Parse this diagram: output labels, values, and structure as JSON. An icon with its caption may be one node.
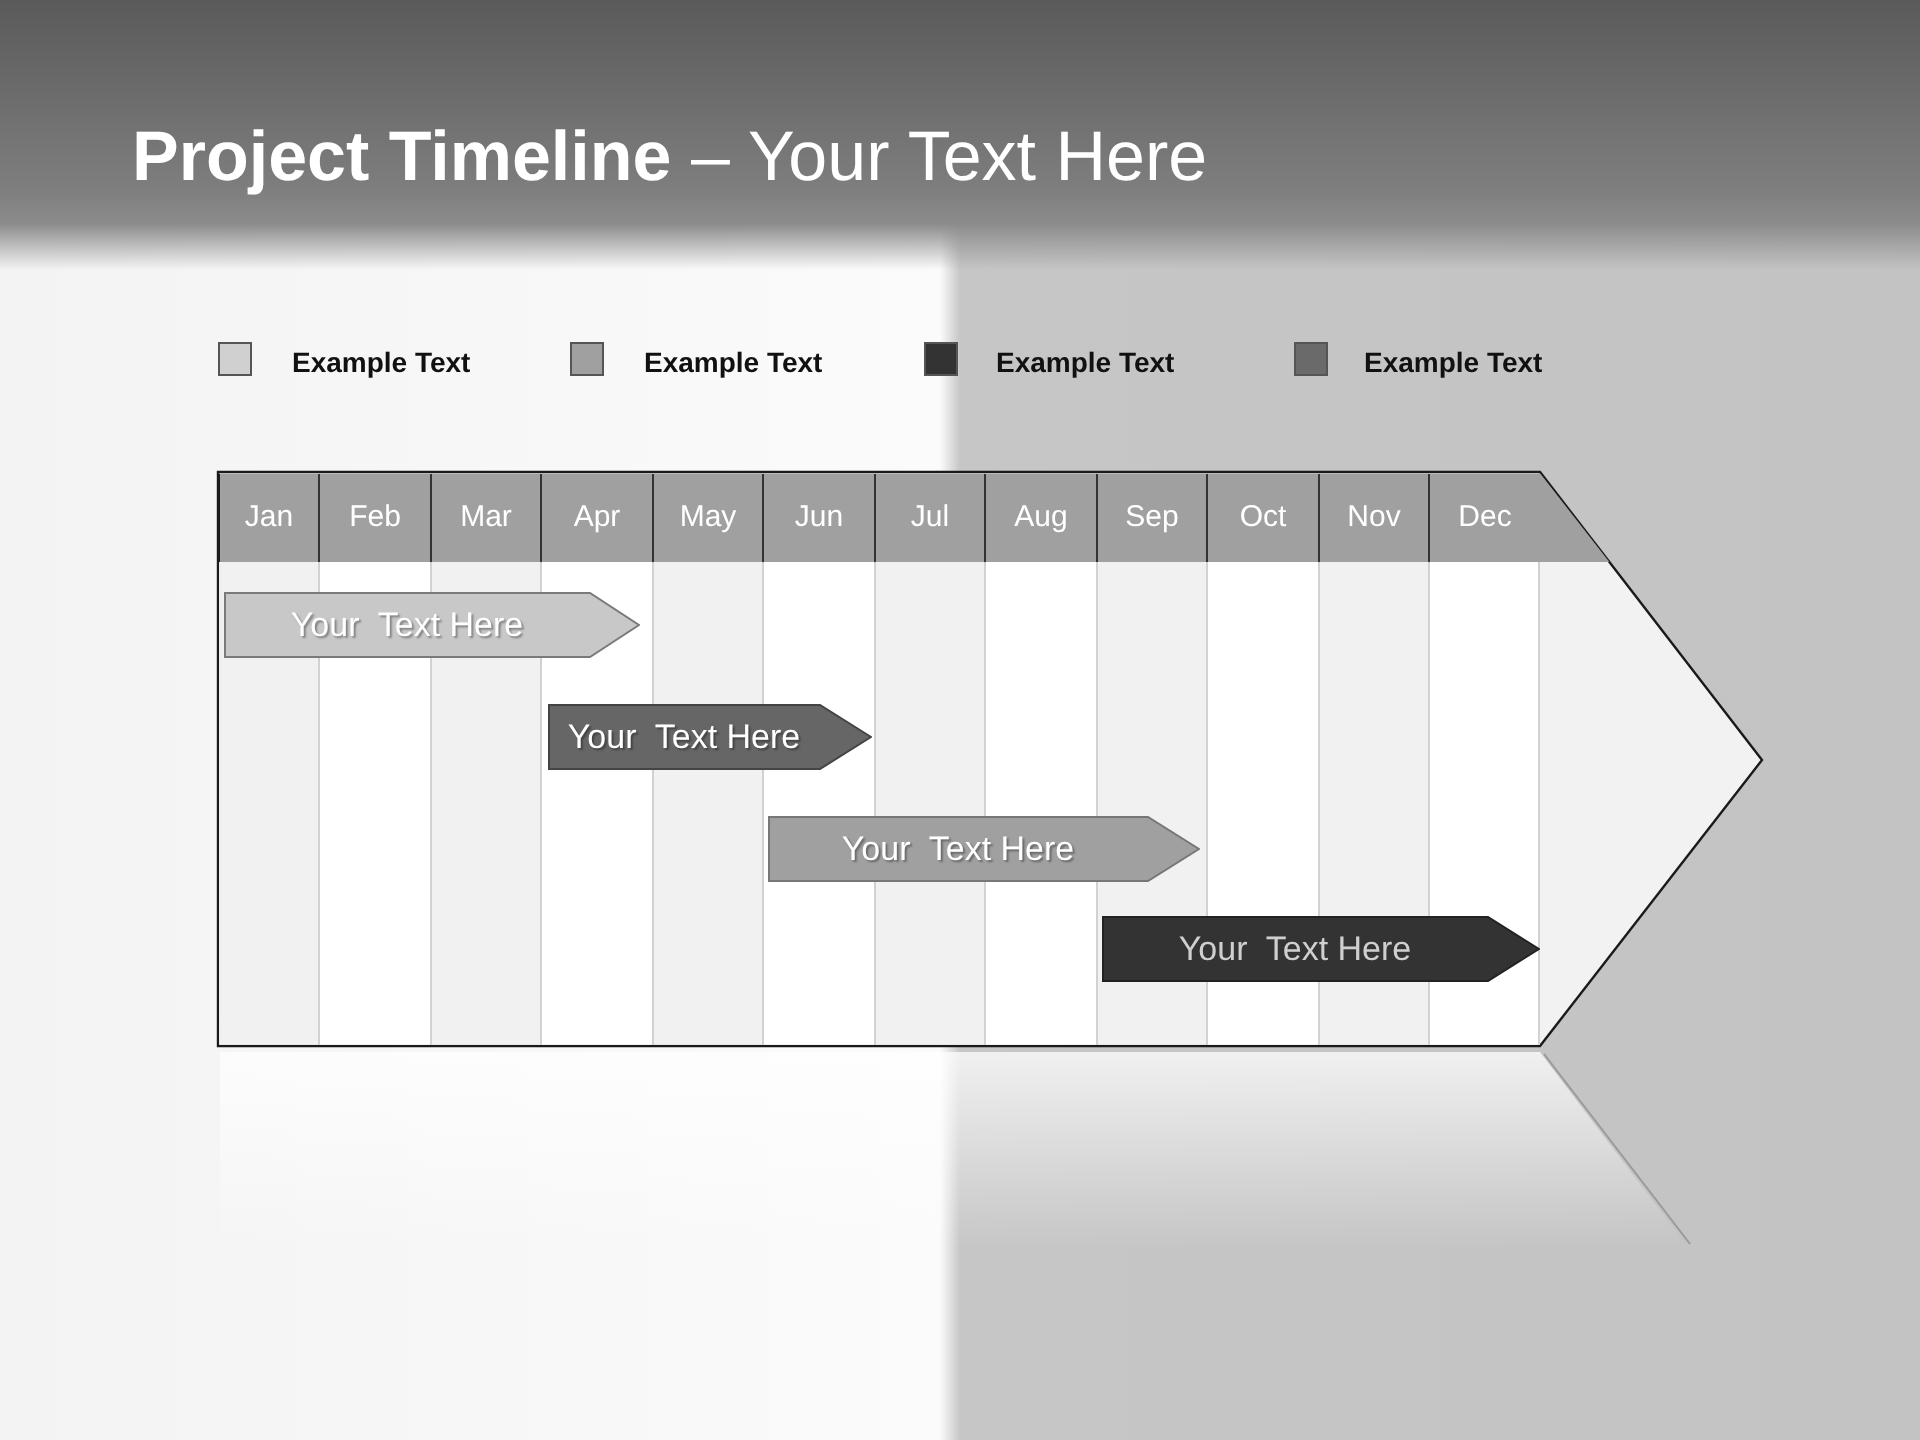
{
  "diagram": {
    "title": "**Project Timeline** – Your Text Here",
    "nodes": [
      {
        "text": [
          "Your  Text Here"
        ]
      },
      {
        "text": [
          "Your  Text Here"
        ]
      },
      {
        "text": [
          "Your  Text Here"
        ]
      },
      {
        "text": [
          "Your  Text Here"
        ]
      }
    ],
    "labels": [
      "Jan",
      "Feb",
      "Mar",
      "Apr",
      "May",
      "Jun",
      "Jul",
      "Aug",
      "Sep",
      "Oct",
      "Nov",
      "Dec"
    ],
    "legend": [
      {
        "text": "Example Text",
        "color": "#d0d0d0"
      },
      {
        "text": "Example Text",
        "color": "#a0a0a0"
      },
      {
        "text": "Example Text",
        "color": "#333333"
      },
      {
        "text": "Example Text",
        "color": "#6a6a6a"
      }
    ]
  }
}
